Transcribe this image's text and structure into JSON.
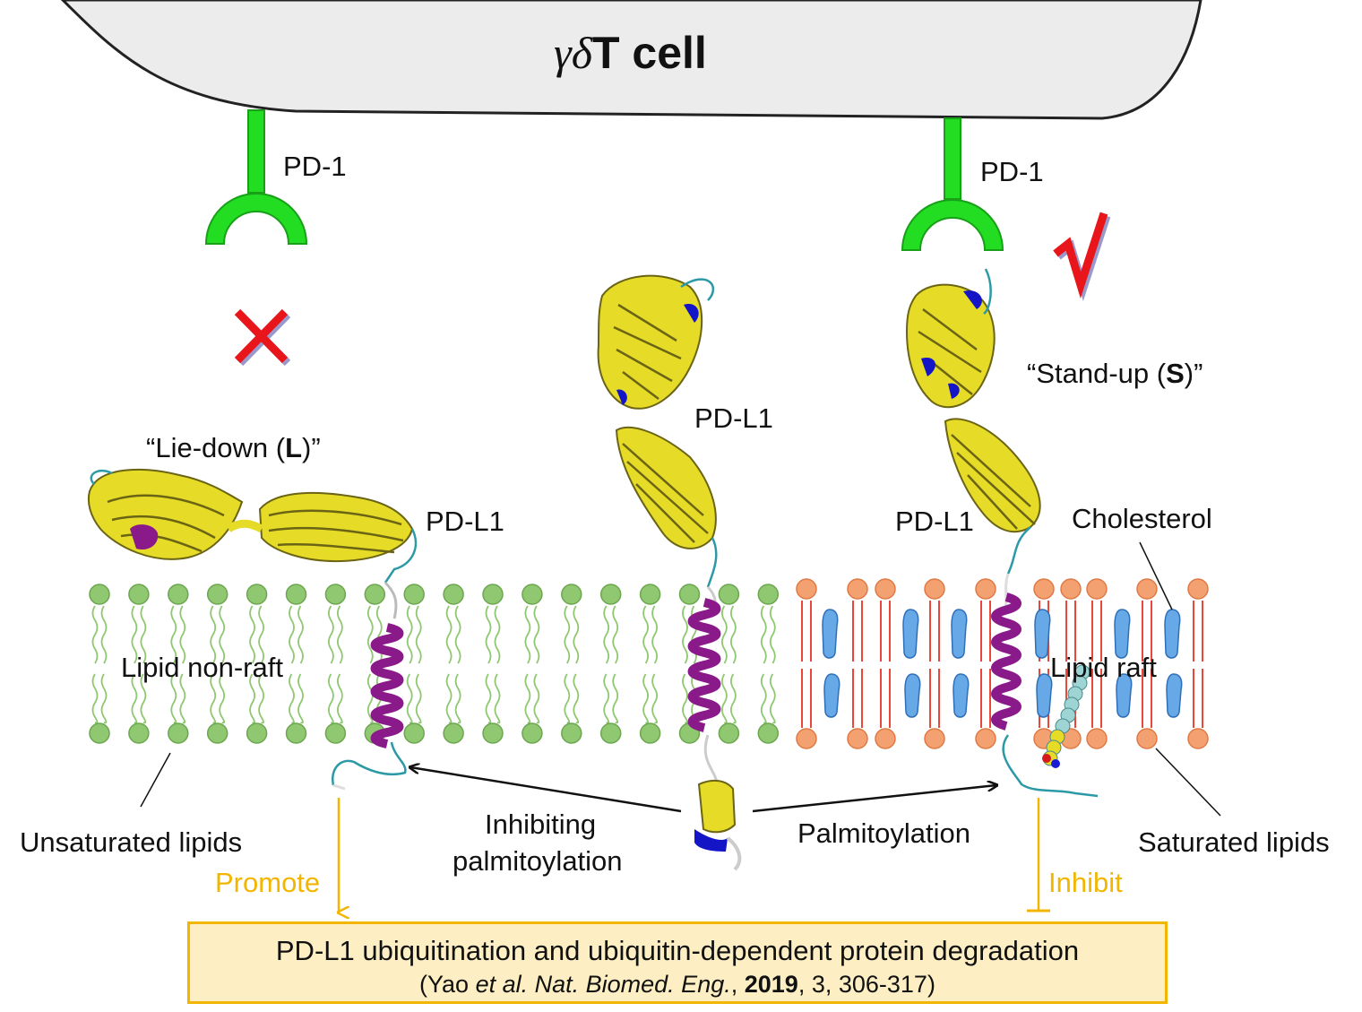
{
  "cell": {
    "name_greek": "γδ",
    "name_rest": "T cell"
  },
  "receptor_left": {
    "label": "PD-1",
    "marker": "✕",
    "marker_color": "#e8161b"
  },
  "receptor_right": {
    "label": "PD-1",
    "marker": "√",
    "marker_color": "#e8161b"
  },
  "pdl1_left": {
    "label": "PD-L1",
    "state_prefix": "“Lie-down (",
    "state_code": "L",
    "state_suffix": ")”"
  },
  "pdl1_center": {
    "label": "PD-L1"
  },
  "pdl1_right": {
    "label": "PD-L1",
    "state_prefix": "“Stand-up (",
    "state_code": "S",
    "state_suffix": ")”"
  },
  "membrane": {
    "non_raft_label": "Lipid non-raft",
    "raft_label": "Lipid raft",
    "cholesterol_label": "Cholesterol",
    "unsaturated_label": "Unsaturated lipids",
    "saturated_label": "Saturated lipids"
  },
  "pathway": {
    "inhibiting_line1": "Inhibiting",
    "inhibiting_line2": "palmitoylation",
    "palmitoylation": "Palmitoylation",
    "promote": "Promote",
    "inhibit": "Inhibit"
  },
  "result_box": {
    "main": "PD-L1 ubiquitination and ubiquitin-dependent protein degradation",
    "ref_open": "(Yao ",
    "ref_etal": "et al. Nat. Biomed. Eng.",
    "ref_sep": ", ",
    "ref_year": "2019",
    "ref_rest": ", 3, 306-317)"
  },
  "colors": {
    "cell_fill": "#ececec",
    "pd1_green": "#22dd22",
    "nonraft_green": "#8fc870",
    "raft_orange": "#f4a172",
    "raft_line": "#e8473a",
    "cholesterol_blue": "#67a8e6",
    "helix_purple": "#8a1a8a",
    "sheet_yellow": "#e6dc28",
    "turn_blue": "#1515c8",
    "accent_gold": "#f2b600"
  }
}
